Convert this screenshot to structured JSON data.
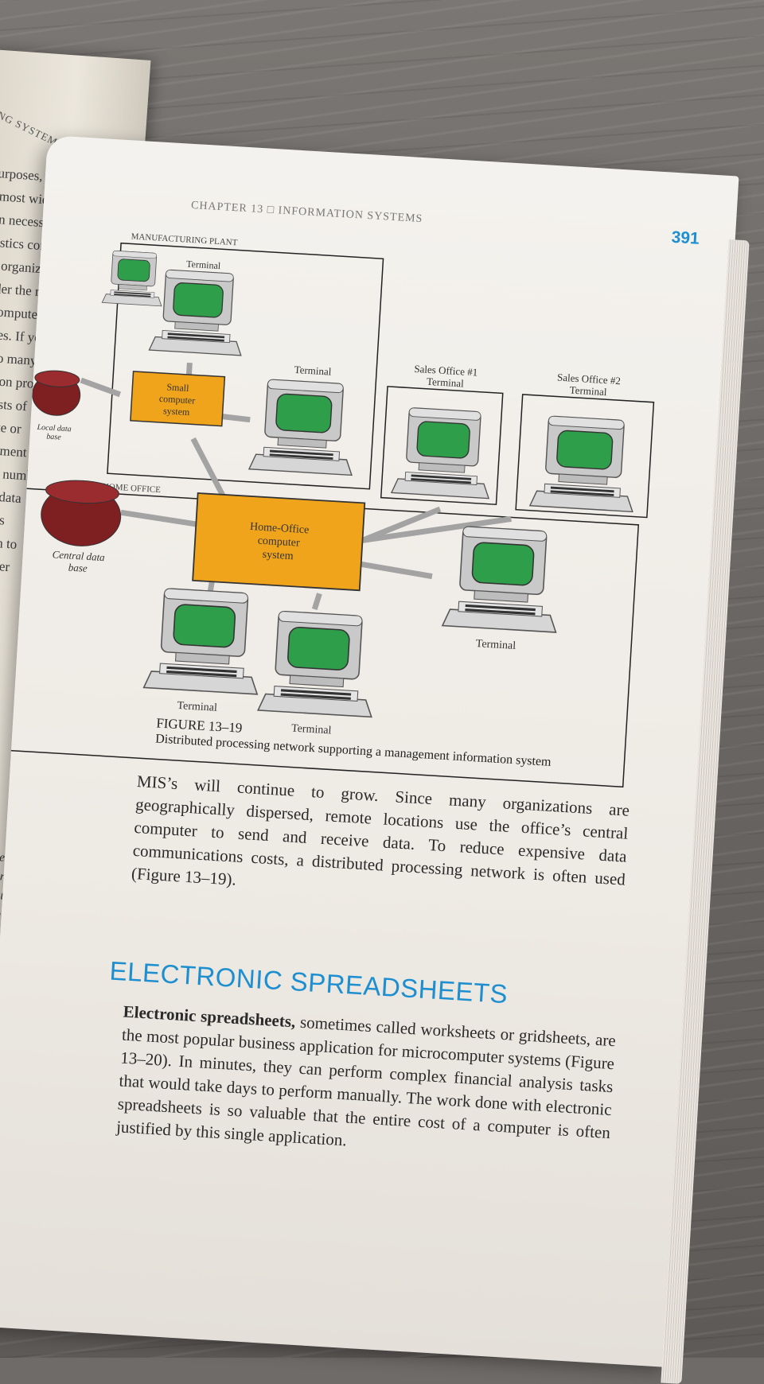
{
  "left_page": {
    "header": "NG SYSTEMS",
    "fragments": [
      "purposes, how",
      "e most widely",
      "ion necessary",
      "atistics comp",
      "he organizati",
      "order the raw",
      "a computer",
      "hines. If yo",
      "r too many",
      "ofit on pro",
      "n costs of",
      "curate or",
      "quirement",
      "s that numb",
      "d the data",
      "isplays",
      "mation to",
      "consider"
    ],
    "margin_note": [
      "sheet: A type of",
      "at can perform in",
      "ancial tasks that",
      "omplete man-"
    ]
  },
  "page": {
    "running_head": "CHAPTER 13 □ INFORMATION SYSTEMS",
    "page_number": "391",
    "figure": {
      "plant_label": "MANUFACTURING PLANT",
      "office_label": "HOME OFFICE",
      "terminal": "Terminal",
      "small_system": [
        "Small",
        "computer",
        "system"
      ],
      "home_system": [
        "Home-Office",
        "computer",
        "system"
      ],
      "local_data": [
        "Local data",
        "base"
      ],
      "central_data": [
        "Central data",
        "base"
      ],
      "sales1": [
        "Sales Office #1",
        "Terminal"
      ],
      "sales2": [
        "Sales Office #2",
        "Terminal"
      ],
      "label": "FIGURE 13–19",
      "caption": "Distributed processing network supporting a management information system"
    },
    "paragraph1": "MIS’s will continue to grow. Since many organizations are geographically dispersed, remote locations use the office’s central computer to send and receive data. To reduce expensive data communications costs, a distributed processing network is often used (Figure 13–19).",
    "section_heading": "ELECTRONIC SPREADSHEETS",
    "paragraph2_term": "Electronic spreadsheets,",
    "paragraph2_rest": " sometimes called worksheets or gridsheets, are the most popular business application for microcomputer systems (Figure 13–20). In minutes, they can perform complex financial analysis tasks that would take days to perform manually. The work done with electronic spreadsheets is so valuable that the entire cost of a computer is often justified by this single application.",
    "colors": {
      "accent_blue": "#1d8fd0",
      "system_orange": "#f0a41c",
      "screen_green": "#2f9e4a",
      "disk_red": "#7e1f22"
    }
  }
}
